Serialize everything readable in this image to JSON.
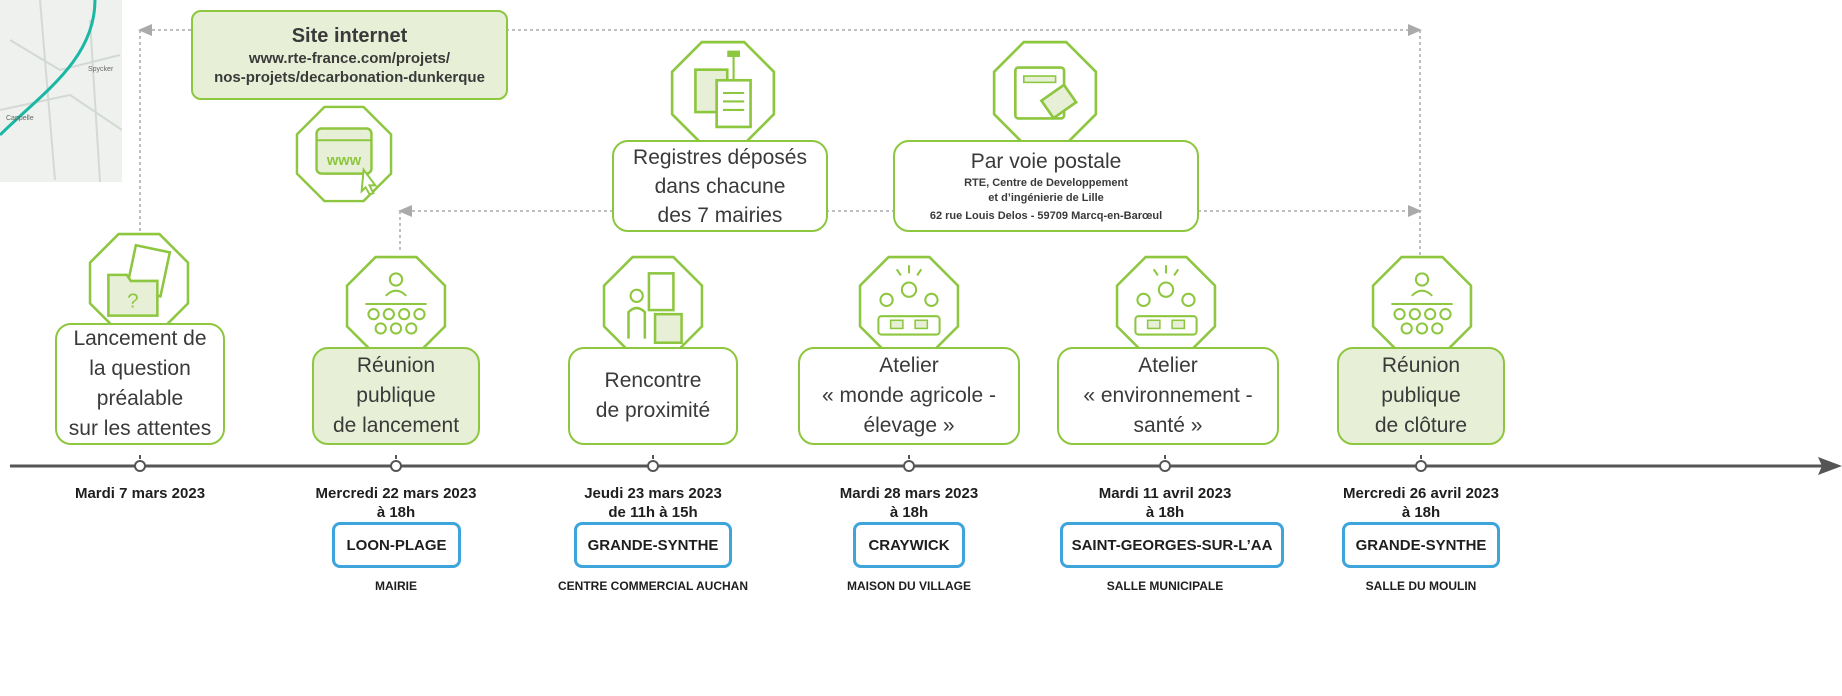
{
  "colors": {
    "green": "#8dc63f",
    "green_fill": "#e7f0d6",
    "blue": "#3ea4dc",
    "line": "#555555"
  },
  "channels": {
    "website": {
      "title": "Site internet",
      "url_line1": "www.rte-france.com/projets/",
      "url_line2": "nos-projets/decarbonation-dunkerque",
      "icon": "www-browser-icon",
      "icon_text": "www"
    },
    "registers": {
      "text": "Registres déposés\ndans chacune\ndes 7 mairies",
      "icon": "documents-icon"
    },
    "postal": {
      "title": "Par voie postale",
      "line1": "RTE, Centre de Developpement",
      "line2": "et d’ingénierie de Lille",
      "line3": "62 rue Louis Delos - 59709 Marcq-en-Barœul",
      "icon": "mailbox-icon"
    }
  },
  "map": {
    "label1": "Spycker",
    "label2": "Cappelle"
  },
  "events": [
    {
      "title": "Lancement de\nla question\npréalable\nsur les attentes",
      "date": "Mardi 7 mars 2023",
      "icon": "question-folder-icon"
    },
    {
      "title": "Réunion\npublique\nde lancement",
      "date": "Mercredi 22 mars 2023\nà 18h",
      "place": "LOON-PLAGE",
      "venue": "MAIRIE",
      "icon": "audience-icon"
    },
    {
      "title": "Rencontre\nde proximité",
      "date": "Jeudi 23 mars 2023\nde 11h à 15h",
      "place": "GRANDE-SYNTHE",
      "venue": "CENTRE COMMERCIAL AUCHAN",
      "icon": "stand-icon"
    },
    {
      "title": "Atelier\n« monde agricole -\nélevage »",
      "date": "Mardi 28 mars 2023\nà 18h",
      "place": "CRAYWICK",
      "venue": "MAISON DU VILLAGE",
      "icon": "workshop-icon"
    },
    {
      "title": "Atelier\n« environnement -\nsanté »",
      "date": "Mardi 11 avril 2023\nà 18h",
      "place": "SAINT-GEORGES-SUR-L’AA",
      "venue": "SALLE MUNICIPALE",
      "icon": "workshop-icon"
    },
    {
      "title": "Réunion\npublique\nde clôture",
      "date": "Mercredi 26 avril 2023\nà 18h",
      "place": "GRANDE-SYNTHE",
      "venue": "SALLE DU MOULIN",
      "icon": "audience-icon"
    }
  ]
}
